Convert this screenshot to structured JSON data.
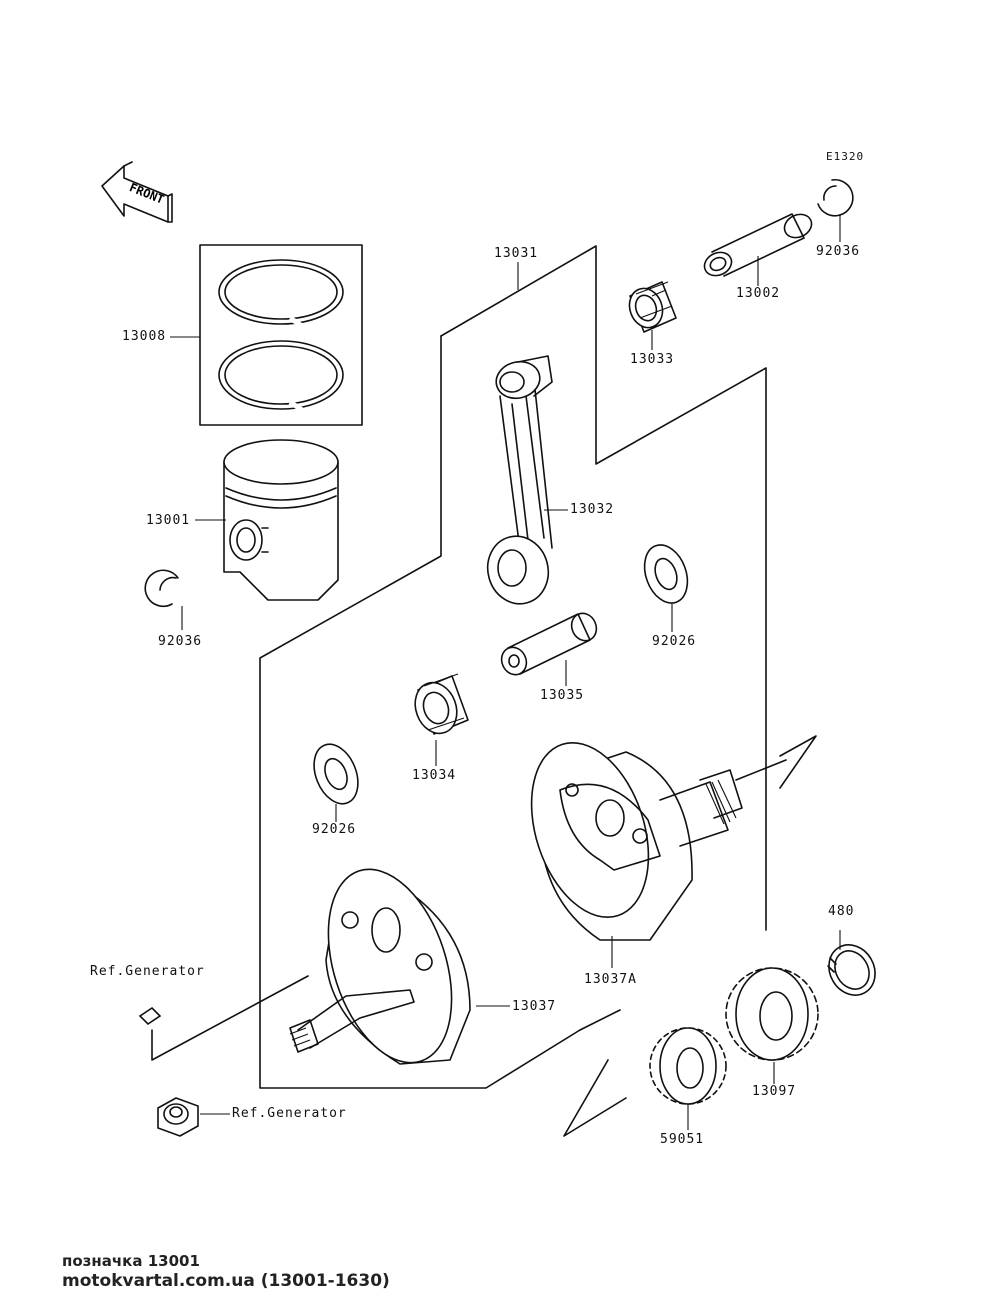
{
  "diagram_code": "E1320",
  "front_label": "FRONT",
  "labels": {
    "p13031": "13031",
    "p13002": "13002",
    "p92036_top": "92036",
    "p13033": "13033",
    "p13008": "13008",
    "p13032": "13032",
    "p13001": "13001",
    "p92036_left": "92036",
    "p92026_right": "92026",
    "p13035": "13035",
    "p13034": "13034",
    "p92026_left": "92026",
    "p480": "480",
    "p13037A": "13037A",
    "ref_generator_key": "Ref.Generator",
    "p13037": "13037",
    "p13097": "13097",
    "ref_generator_nut": "Ref.Generator",
    "p59051": "59051"
  },
  "footer": {
    "caption": "позначка 13001",
    "source": "motokvartal.com.ua (13001-1630)"
  }
}
